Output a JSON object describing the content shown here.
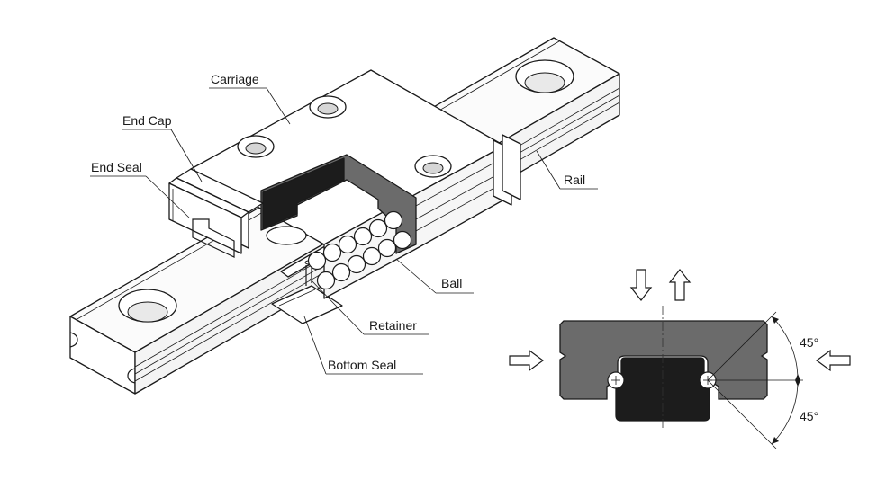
{
  "labels": {
    "carriage": "Carriage",
    "end_cap": "End Cap",
    "end_seal": "End Seal",
    "rail": "Rail",
    "ball": "Ball",
    "retainer": "Retainer",
    "bottom_seal": "Bottom Seal"
  },
  "section": {
    "angle_top": "45°",
    "angle_bottom": "45°"
  },
  "colors": {
    "rail_face": "#ffffff",
    "rail_top": "#f7f7f7",
    "carriage_section": "#6b6b6b",
    "block_section": "#1c1c1c",
    "outline": "#1a1a1a"
  }
}
